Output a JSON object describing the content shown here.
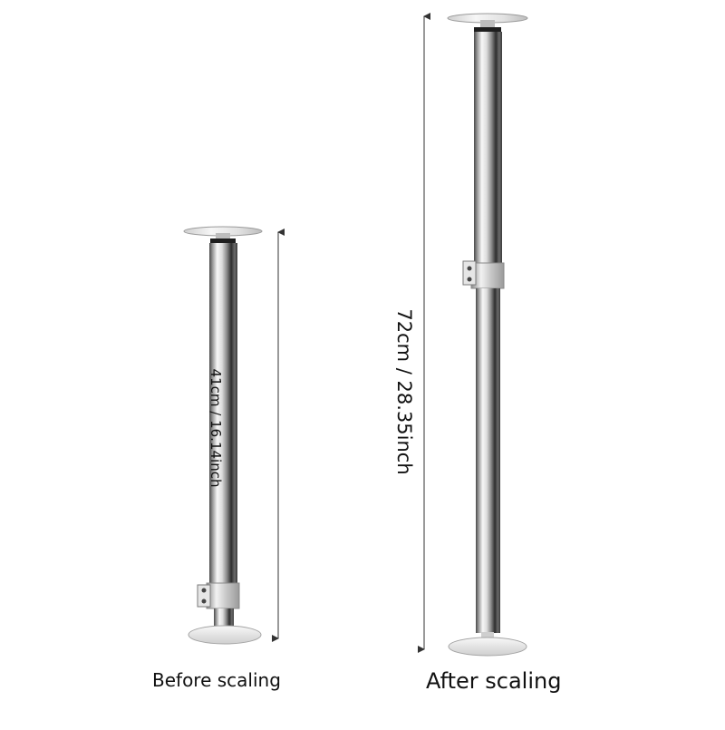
{
  "before": {
    "dimension_label": "41cm / 16.14inch",
    "caption": "Before scaling"
  },
  "after": {
    "dimension_label": "72cm / 28.35inch",
    "caption": "After scaling"
  },
  "colors": {
    "chrome_light": "#f4f4f4",
    "chrome_mid": "#b9b9b9",
    "chrome_dark": "#2a2a2a",
    "text": "#111111"
  }
}
